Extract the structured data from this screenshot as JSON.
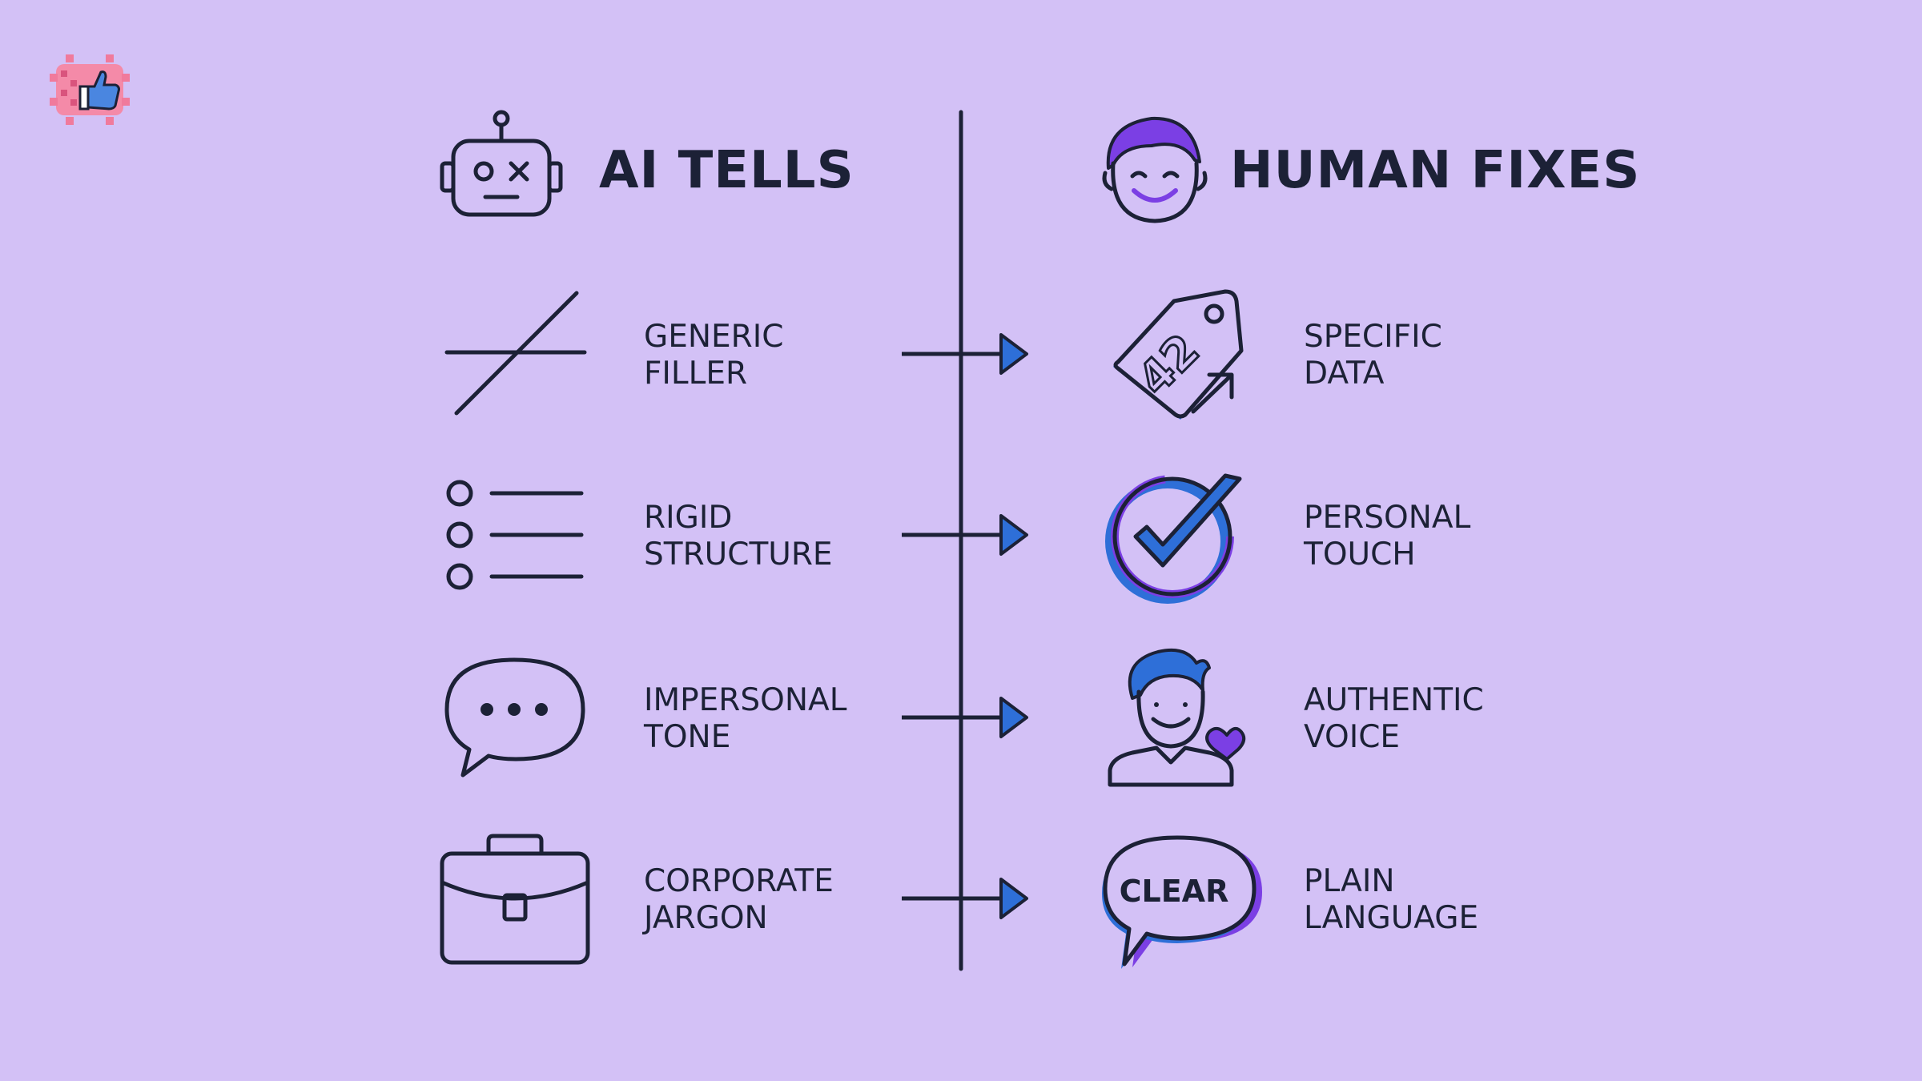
{
  "left_heading": "AI TELLS",
  "right_heading": "HUMAN FIXES",
  "rows": [
    {
      "tell": [
        "GENERIC",
        "FILLER"
      ],
      "fix": [
        "SPECIFIC",
        "DATA"
      ],
      "tell_icon": "strike-icon",
      "fix_icon": "price-tag-icon"
    },
    {
      "tell": [
        "RIGID",
        "STRUCTURE"
      ],
      "fix": [
        "PERSONAL",
        "TOUCH"
      ],
      "tell_icon": "bullet-list-icon",
      "fix_icon": "checkmark-icon"
    },
    {
      "tell": [
        "IMPERSONAL",
        "TONE"
      ],
      "fix": [
        "AUTHENTIC",
        "VOICE"
      ],
      "tell_icon": "speech-bubble-icon",
      "fix_icon": "person-heart-icon"
    },
    {
      "tell": [
        "CORPORATE",
        "JARGON"
      ],
      "fix": [
        "PLAIN",
        "LANGUAGE"
      ],
      "tell_icon": "briefcase-icon",
      "fix_icon": "clear-bubble-icon"
    }
  ],
  "tag_number": "42",
  "clear_word": "CLEAR",
  "colors": {
    "background": "#d3c1f6",
    "ink": "#1c2136",
    "accent_purple": "#7b3fe4",
    "accent_blue": "#2e6fd8"
  }
}
